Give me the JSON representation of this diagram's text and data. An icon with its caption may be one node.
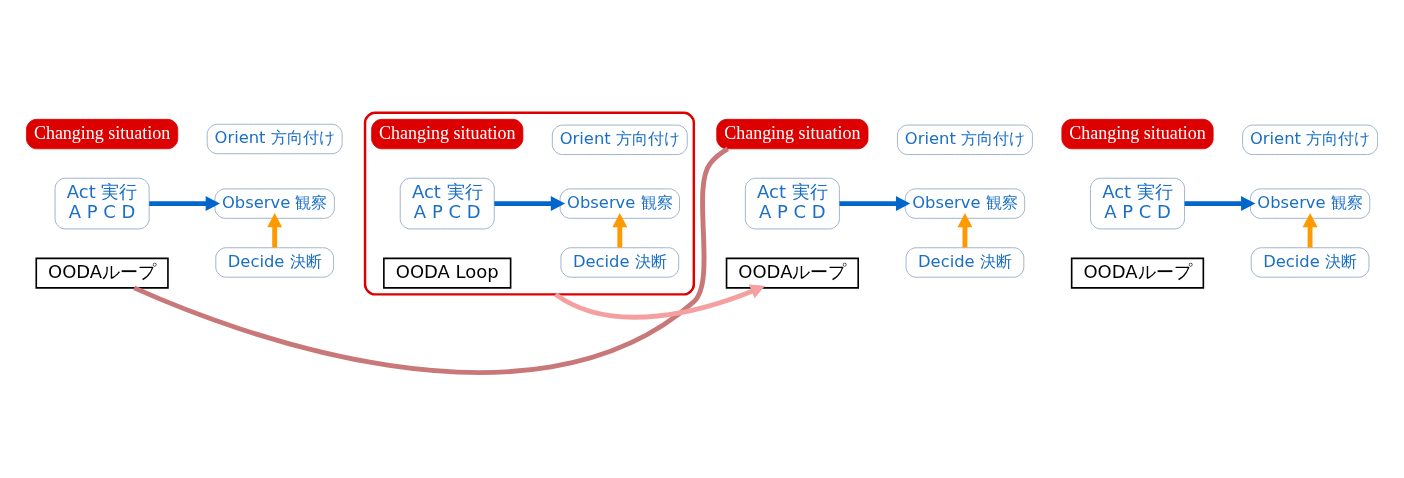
{
  "diagram": {
    "nodes": [
      {
        "text": [
          "Changing situation"
        ]
      },
      {
        "text": [
          "Act 実行",
          "A P C D"
        ]
      },
      {
        "text": [
          "Observe 観察"
        ]
      },
      {
        "text": [
          "Orient 方向付け"
        ]
      },
      {
        "text": [
          "Decide 決断"
        ]
      },
      {
        "text": [
          "OODAループ"
        ]
      },
      {
        "text": [],
        "shape": "box"
      },
      {
        "text": [
          "Changing situation"
        ],
        "in": 6
      },
      {
        "text": [
          "Act 実行",
          "A P C D"
        ],
        "in": 6
      },
      {
        "text": [
          "Observe 観察"
        ],
        "in": 6
      },
      {
        "text": [
          "Orient 方向付け"
        ],
        "in": 6
      },
      {
        "text": [
          "Decide 決断"
        ],
        "in": 6
      },
      {
        "text": [
          "OODA Loop"
        ],
        "in": 6
      },
      {
        "text": [
          "Changing situation"
        ]
      },
      {
        "text": [
          "Act 実行",
          "A P C D"
        ]
      },
      {
        "text": [
          "Observe 観察"
        ]
      },
      {
        "text": [
          "Orient 方向付け"
        ]
      },
      {
        "text": [
          "Decide 決断"
        ]
      },
      {
        "text": [
          "OODAループ"
        ]
      },
      {
        "text": [
          "Changing situation"
        ]
      },
      {
        "text": [
          "Act 実行",
          "A P C D"
        ]
      },
      {
        "text": [
          "Observe 観察"
        ]
      },
      {
        "text": [
          "Orient 方向付け"
        ]
      },
      {
        "text": [
          "Decide 決断"
        ]
      },
      {
        "text": [
          "OODAループ"
        ]
      }
    ],
    "edges": [
      {
        "from": 1,
        "to": 2,
        "arrow": "to",
        "color": "#0066cc"
      },
      {
        "from": 4,
        "to": 2,
        "arrow": "to",
        "color": "#ff9900"
      },
      {
        "from": 8,
        "to": 9,
        "arrow": "to",
        "color": "#0066cc"
      },
      {
        "from": 11,
        "to": 9,
        "arrow": "to",
        "color": "#ff9900"
      },
      {
        "from": 14,
        "to": 15,
        "arrow": "to",
        "color": "#0066cc"
      },
      {
        "from": 17,
        "to": 15,
        "arrow": "to",
        "color": "#ff9900"
      },
      {
        "from": 20,
        "to": 21,
        "arrow": "to",
        "color": "#0066cc"
      },
      {
        "from": 23,
        "to": 21,
        "arrow": "to",
        "color": "#ff9900"
      },
      {
        "from": 6,
        "to": 18,
        "arrow": "to",
        "color": "#f4a0a0"
      },
      {
        "from": 13,
        "to": 5,
        "arrow": "none",
        "color": "#c87878"
      }
    ]
  }
}
